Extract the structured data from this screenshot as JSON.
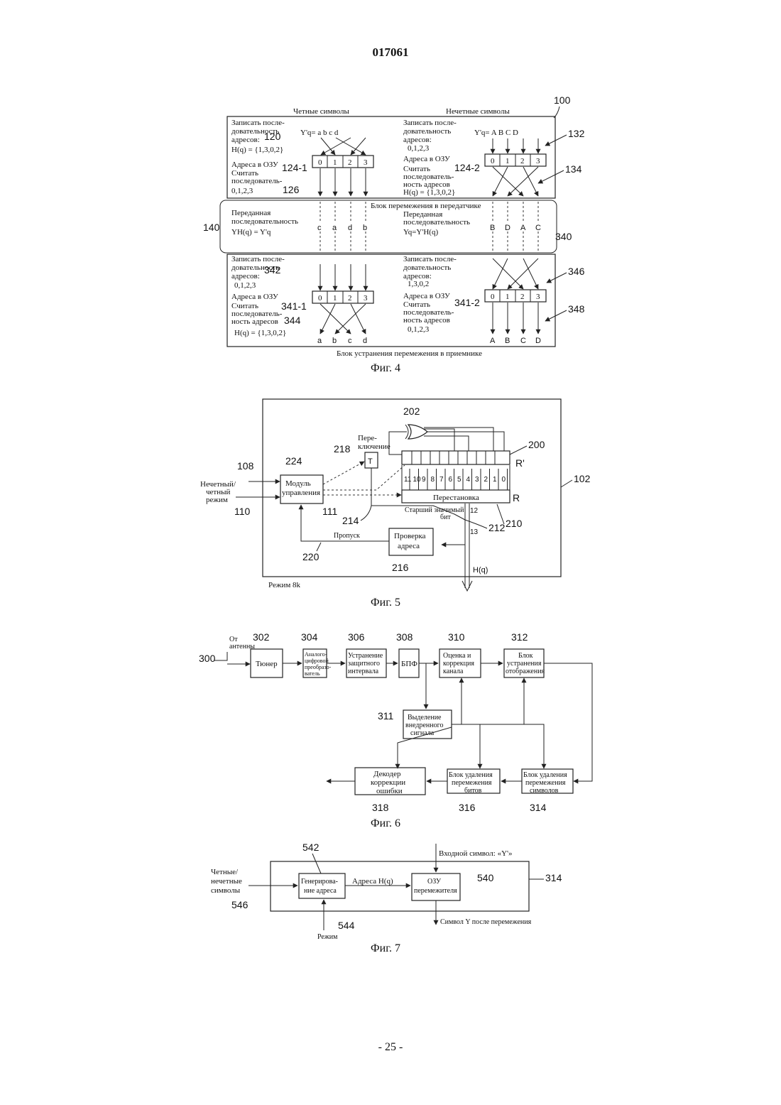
{
  "document_number": "017061",
  "page_number": "- 25 -",
  "fig4": {
    "caption": "Фиг. 4",
    "even_title": "Четные символы",
    "odd_title": "Нечетные символы",
    "ref_100": "100",
    "ref_140": "140",
    "ref_340": "340",
    "write_seq": [
      "Записать после-",
      "довательность",
      "адресов:"
    ],
    "h_q_even": "H(q) = {1,3,0,2}",
    "y_even": "Y'q= a  b  c  d",
    "ram_addr": "Адреса в ОЗУ",
    "read_seq": [
      "Считать",
      "последователь-",
      "ность адресов"
    ],
    "seq_0123": "0,1,2,3",
    "y_odd": "Y'q= A  B  C  D",
    "odd_write_seq": "0,1,2,3",
    "odd_read_hq": "H(q) = {1,3,0,2}",
    "tx_interleaver": "Блок перемежения в передатчике",
    "transmitted": [
      "Переданная",
      "последовательность"
    ],
    "tx_formula_even": "YH(q) = Y'q",
    "tx_formula_odd": "Yq=Y'H(q)",
    "tx_even_symbols": [
      "c",
      "a",
      "d",
      "b"
    ],
    "tx_odd_symbols": [
      "B",
      "D",
      "A",
      "C"
    ],
    "rx_even_write": "0,1,2,3",
    "rx_odd_write": "1,3,0,2",
    "rx_even_hq": "H(q) = {1,3,0,2}",
    "rx_odd_read": "0,1,2,3",
    "rx_even_out": [
      "a",
      "b",
      "c",
      "d"
    ],
    "rx_odd_out": [
      "A",
      "B",
      "C",
      "D"
    ],
    "rx_deinterleaver": "Блок устранения перемежения в приемнике",
    "ram_cells": [
      "0",
      "1",
      "2",
      "3"
    ],
    "refs": {
      "r120": "120",
      "r124_1": "124-1",
      "r126": "126",
      "r124_2": "124-2",
      "r132": "132",
      "r134": "134",
      "r342": "342",
      "r341_1": "341-1",
      "r344": "344",
      "r341_2": "341-2",
      "r346": "346",
      "r348": "348"
    }
  },
  "fig5": {
    "caption": "Фиг. 5",
    "mode_label": "Режим 8k",
    "ref_102": "102",
    "ref_200": "200",
    "ref_202": "202",
    "ref_218": "218",
    "ref_224": "224",
    "ref_108": "108",
    "ref_110": "110",
    "ref_111": "111",
    "ref_214": "214",
    "ref_212": "212",
    "ref_210": "210",
    "ref_216": "216",
    "ref_220": "220",
    "switch_label": [
      "Пере-",
      "ключение"
    ],
    "t_box": "T",
    "control_module": [
      "Модуль",
      "управления"
    ],
    "odd_even_mode": [
      "Нечетный/",
      "четный",
      "режим"
    ],
    "permutation": "Перестановка",
    "r_prime": "R'",
    "r_label": "R",
    "bits": [
      "11",
      "10",
      "9",
      "8",
      "7",
      "6",
      "5",
      "4",
      "3",
      "2",
      "1",
      "0"
    ],
    "msb": [
      "Старший значимый",
      "бит"
    ],
    "n12": "12",
    "n13": "13",
    "skip": "Пропуск",
    "addr_check": [
      "Проверка",
      "адреса"
    ],
    "hq": "H(q)"
  },
  "fig6": {
    "caption": "Фиг. 6",
    "from_antenna": [
      "От",
      "антенны"
    ],
    "r300": "300",
    "r302": "302",
    "r304": "304",
    "r306": "306",
    "r308": "308",
    "r310": "310",
    "r311": "311",
    "r312": "312",
    "r314": "314",
    "r316": "316",
    "r318": "318",
    "tuner": "Тюнер",
    "adc": [
      "Аналого-",
      "цифровой",
      "преобразо-",
      "ватель"
    ],
    "guard": [
      "Устранение",
      "защитного",
      "интервала"
    ],
    "fft": "БПФ",
    "channel": [
      "Оценка и",
      "коррекция",
      "канала"
    ],
    "demap": [
      "Блок",
      "устранения",
      "отображения"
    ],
    "embedded": [
      "Выделение",
      "внедренного",
      "сигнала"
    ],
    "decoder": [
      "Декодер",
      "коррекции",
      "ошибки"
    ],
    "bit_deint": [
      "Блок удаления",
      "перемежения",
      "битов"
    ],
    "sym_deint": [
      "Блок удаления",
      "перемежения",
      "символов"
    ]
  },
  "fig7": {
    "caption": "Фиг. 7",
    "r542": "542",
    "r540": "540",
    "r314": "314",
    "r546": "546",
    "r544": "544",
    "input_symbol": "Входной символ: «Y'»",
    "odd_even_symbols": [
      "Четные/",
      "нечетные",
      "символы"
    ],
    "addr_gen": [
      "Генерирова-",
      "ние адреса"
    ],
    "addr_hq": "Адреса  H(q)",
    "ram": [
      "ОЗУ",
      "перемежителя"
    ],
    "mode": "Режим",
    "output": "Символ Y после перемежения"
  }
}
